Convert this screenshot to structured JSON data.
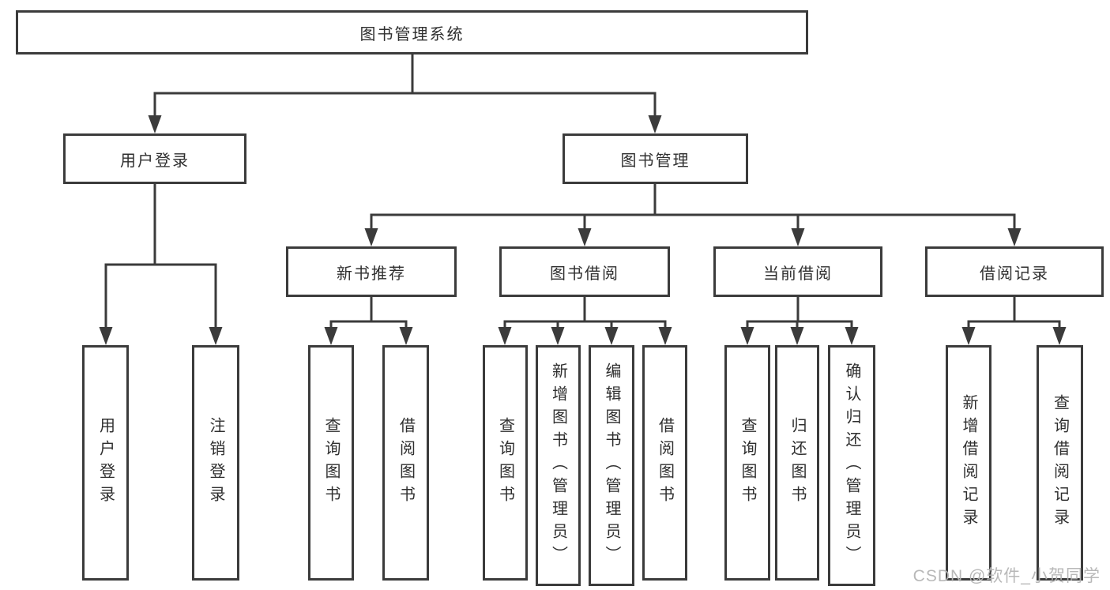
{
  "nodes": {
    "root": "图书管理系统",
    "user_login": "用户登录",
    "book_management": "图书管理",
    "new_books": "新书推荐",
    "book_borrowing": "图书借阅",
    "current_borrowing": "当前借阅",
    "borrow_records": "借阅记录"
  },
  "leaves": {
    "user_login": [
      "用户登录",
      "注销登录"
    ],
    "new_books": [
      "查询图书",
      "借阅图书"
    ],
    "book_borrowing": [
      "查询图书",
      "新增图书（管理员）",
      "编辑图书（管理员）",
      "借阅图书"
    ],
    "current_borrowing": [
      "查询图书",
      "归还图书",
      "确认归还（管理员）"
    ],
    "borrow_records": [
      "新增借阅记录",
      "查询借阅记录"
    ]
  },
  "watermark": "CSDN @软件_小贺同学",
  "colors": {
    "line": "#3b3b3b",
    "text": "#2f2f2f",
    "watermark": "#b4b4b4",
    "background": "#ffffff"
  }
}
